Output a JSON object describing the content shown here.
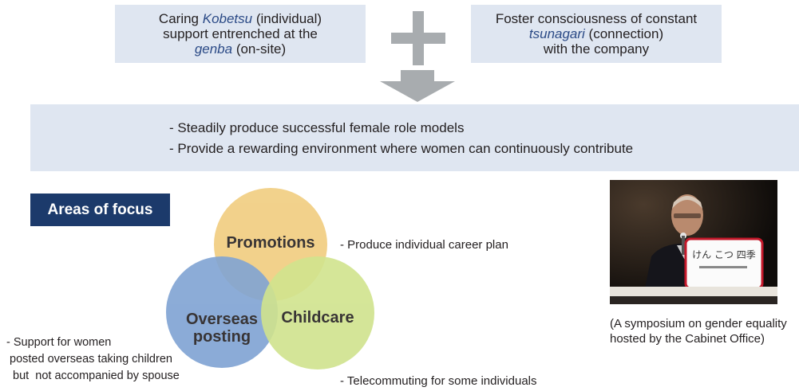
{
  "top_boxes": {
    "left": {
      "line1_pre": "Caring ",
      "line1_em": "Kobetsu",
      "line1_post": " (individual)",
      "line2": "support entrenched at the",
      "line3_em": "genba",
      "line3_post": " (on-site)"
    },
    "right": {
      "line1": "Foster consciousness of constant",
      "line2_em": "tsunagari",
      "line2_post": " (connection)",
      "line3": "with the company"
    }
  },
  "goals": [
    "- Steadily produce successful female role models",
    "- Provide a rewarding environment where women can continuously contribute"
  ],
  "focus_label": "Areas of focus",
  "circles": {
    "promotions": "Promotions",
    "overseas_line1": "Overseas",
    "overseas_line2": "posting",
    "childcare": "Childcare"
  },
  "notes": {
    "promotions": "- Produce individual career plan",
    "childcare": "- Telecommuting for some individuals",
    "overseas": [
      "- Support for women",
      " posted overseas taking children",
      "  but  not accompanied by spouse"
    ]
  },
  "photo": {
    "sign_text": "けん こつ 四季",
    "caption": [
      "(A symposium on gender equality",
      "hosted by the Cabinet Office)"
    ]
  },
  "colors": {
    "box_fill": "#dfe6f1",
    "accent_text": "#2b4a86",
    "badge_fill": "#1c3a6b",
    "promotions": "#f1cd7f",
    "overseas": "#7fa3d3",
    "childcare": "#d0e38d",
    "symbol_gray": "#a8acaf"
  }
}
